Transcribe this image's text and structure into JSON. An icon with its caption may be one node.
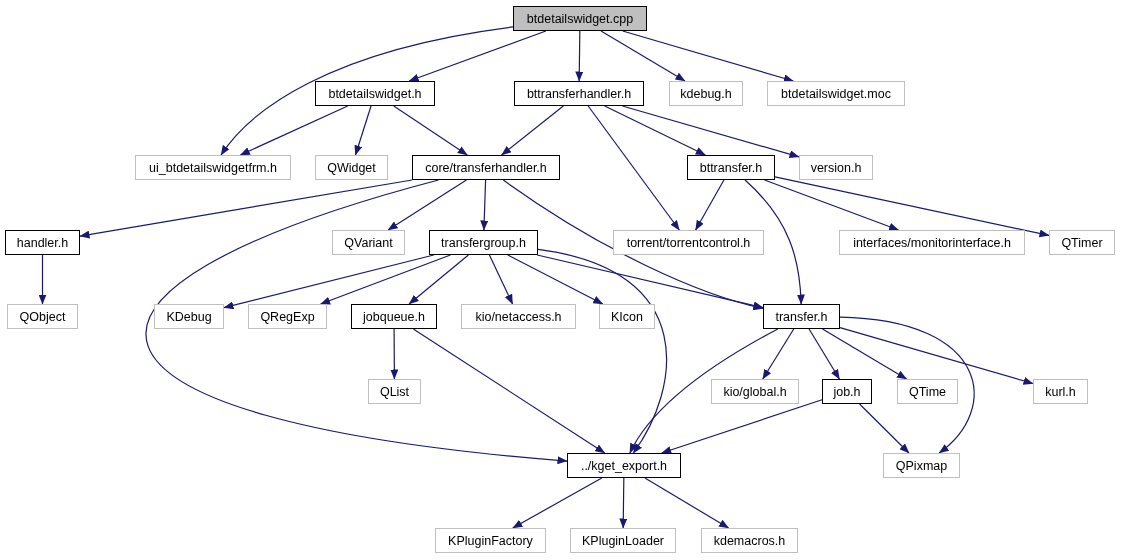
{
  "diagram": {
    "nodes": [
      {
        "text": [
          "btdetailswidget.cpp"
        ]
      },
      {
        "text": [
          "btdetailswidget.h"
        ]
      },
      {
        "text": [
          "bttransferhandler.h"
        ]
      },
      {
        "text": [
          "kdebug.h"
        ]
      },
      {
        "text": [
          "btdetailswidget.moc"
        ]
      },
      {
        "text": [
          "ui_btdetailswidgetfrm.h"
        ]
      },
      {
        "text": [
          "QWidget"
        ]
      },
      {
        "text": [
          "core/transferhandler.h"
        ]
      },
      {
        "text": [
          "bttransfer.h"
        ]
      },
      {
        "text": [
          "version.h"
        ]
      },
      {
        "text": [
          "handler.h"
        ]
      },
      {
        "text": [
          "QVariant"
        ]
      },
      {
        "text": [
          "transfergroup.h"
        ]
      },
      {
        "text": [
          "torrent/torrentcontrol.h"
        ]
      },
      {
        "text": [
          "interfaces/monitorinterface.h"
        ]
      },
      {
        "text": [
          "QTimer"
        ]
      },
      {
        "text": [
          "QObject"
        ]
      },
      {
        "text": [
          "KDebug"
        ]
      },
      {
        "text": [
          "QRegExp"
        ]
      },
      {
        "text": [
          "jobqueue.h"
        ]
      },
      {
        "text": [
          "kio/netaccess.h"
        ]
      },
      {
        "text": [
          "KIcon"
        ]
      },
      {
        "text": [
          "transfer.h"
        ]
      },
      {
        "text": [
          "QList"
        ]
      },
      {
        "text": [
          "kio/global.h"
        ]
      },
      {
        "text": [
          "job.h"
        ]
      },
      {
        "text": [
          "QTime"
        ]
      },
      {
        "text": [
          "kurl.h"
        ]
      },
      {
        "text": [
          "../kget_export.h"
        ]
      },
      {
        "text": [
          "QPixmap"
        ]
      },
      {
        "text": [
          "KPluginFactory"
        ]
      },
      {
        "text": [
          "KPluginLoader"
        ]
      },
      {
        "text": [
          "kdemacros.h"
        ]
      }
    ],
    "edges": [
      {
        "from": 0,
        "to": 1,
        "arrow": "to"
      },
      {
        "from": 0,
        "to": 5,
        "arrow": "to"
      },
      {
        "from": 0,
        "to": 2,
        "arrow": "to"
      },
      {
        "from": 0,
        "to": 3,
        "arrow": "to"
      },
      {
        "from": 0,
        "to": 4,
        "arrow": "to"
      },
      {
        "from": 1,
        "to": 5,
        "arrow": "to"
      },
      {
        "from": 1,
        "to": 6,
        "arrow": "to"
      },
      {
        "from": 1,
        "to": 7,
        "arrow": "to"
      },
      {
        "from": 2,
        "to": 7,
        "arrow": "to"
      },
      {
        "from": 2,
        "to": 13,
        "arrow": "to"
      },
      {
        "from": 2,
        "to": 8,
        "arrow": "to"
      },
      {
        "from": 2,
        "to": 9,
        "arrow": "to"
      },
      {
        "from": 7,
        "to": 10,
        "arrow": "to"
      },
      {
        "from": 7,
        "to": 28,
        "arrow": "to"
      },
      {
        "from": 7,
        "to": 11,
        "arrow": "to"
      },
      {
        "from": 7,
        "to": 12,
        "arrow": "to"
      },
      {
        "from": 7,
        "to": 22,
        "arrow": "to"
      },
      {
        "from": 8,
        "to": 13,
        "arrow": "to"
      },
      {
        "from": 8,
        "to": 22,
        "arrow": "to"
      },
      {
        "from": 8,
        "to": 14,
        "arrow": "to"
      },
      {
        "from": 8,
        "to": 15,
        "arrow": "to"
      },
      {
        "from": 10,
        "to": 16,
        "arrow": "to"
      },
      {
        "from": 12,
        "to": 17,
        "arrow": "to"
      },
      {
        "from": 12,
        "to": 18,
        "arrow": "to"
      },
      {
        "from": 12,
        "to": 19,
        "arrow": "to"
      },
      {
        "from": 12,
        "to": 20,
        "arrow": "to"
      },
      {
        "from": 12,
        "to": 21,
        "arrow": "to"
      },
      {
        "from": 12,
        "to": 22,
        "arrow": "to"
      },
      {
        "from": 12,
        "to": 28,
        "arrow": "to"
      },
      {
        "from": 19,
        "to": 23,
        "arrow": "to"
      },
      {
        "from": 19,
        "to": 28,
        "arrow": "to"
      },
      {
        "from": 22,
        "to": 28,
        "arrow": "to"
      },
      {
        "from": 22,
        "to": 24,
        "arrow": "to"
      },
      {
        "from": 22,
        "to": 25,
        "arrow": "to"
      },
      {
        "from": 22,
        "to": 26,
        "arrow": "to"
      },
      {
        "from": 22,
        "to": 27,
        "arrow": "to"
      },
      {
        "from": 22,
        "to": 29,
        "arrow": "to"
      },
      {
        "from": 25,
        "to": 28,
        "arrow": "to"
      },
      {
        "from": 25,
        "to": 29,
        "arrow": "to"
      },
      {
        "from": 28,
        "to": 30,
        "arrow": "to"
      },
      {
        "from": 28,
        "to": 31,
        "arrow": "to"
      },
      {
        "from": 28,
        "to": 32,
        "arrow": "to"
      }
    ]
  }
}
